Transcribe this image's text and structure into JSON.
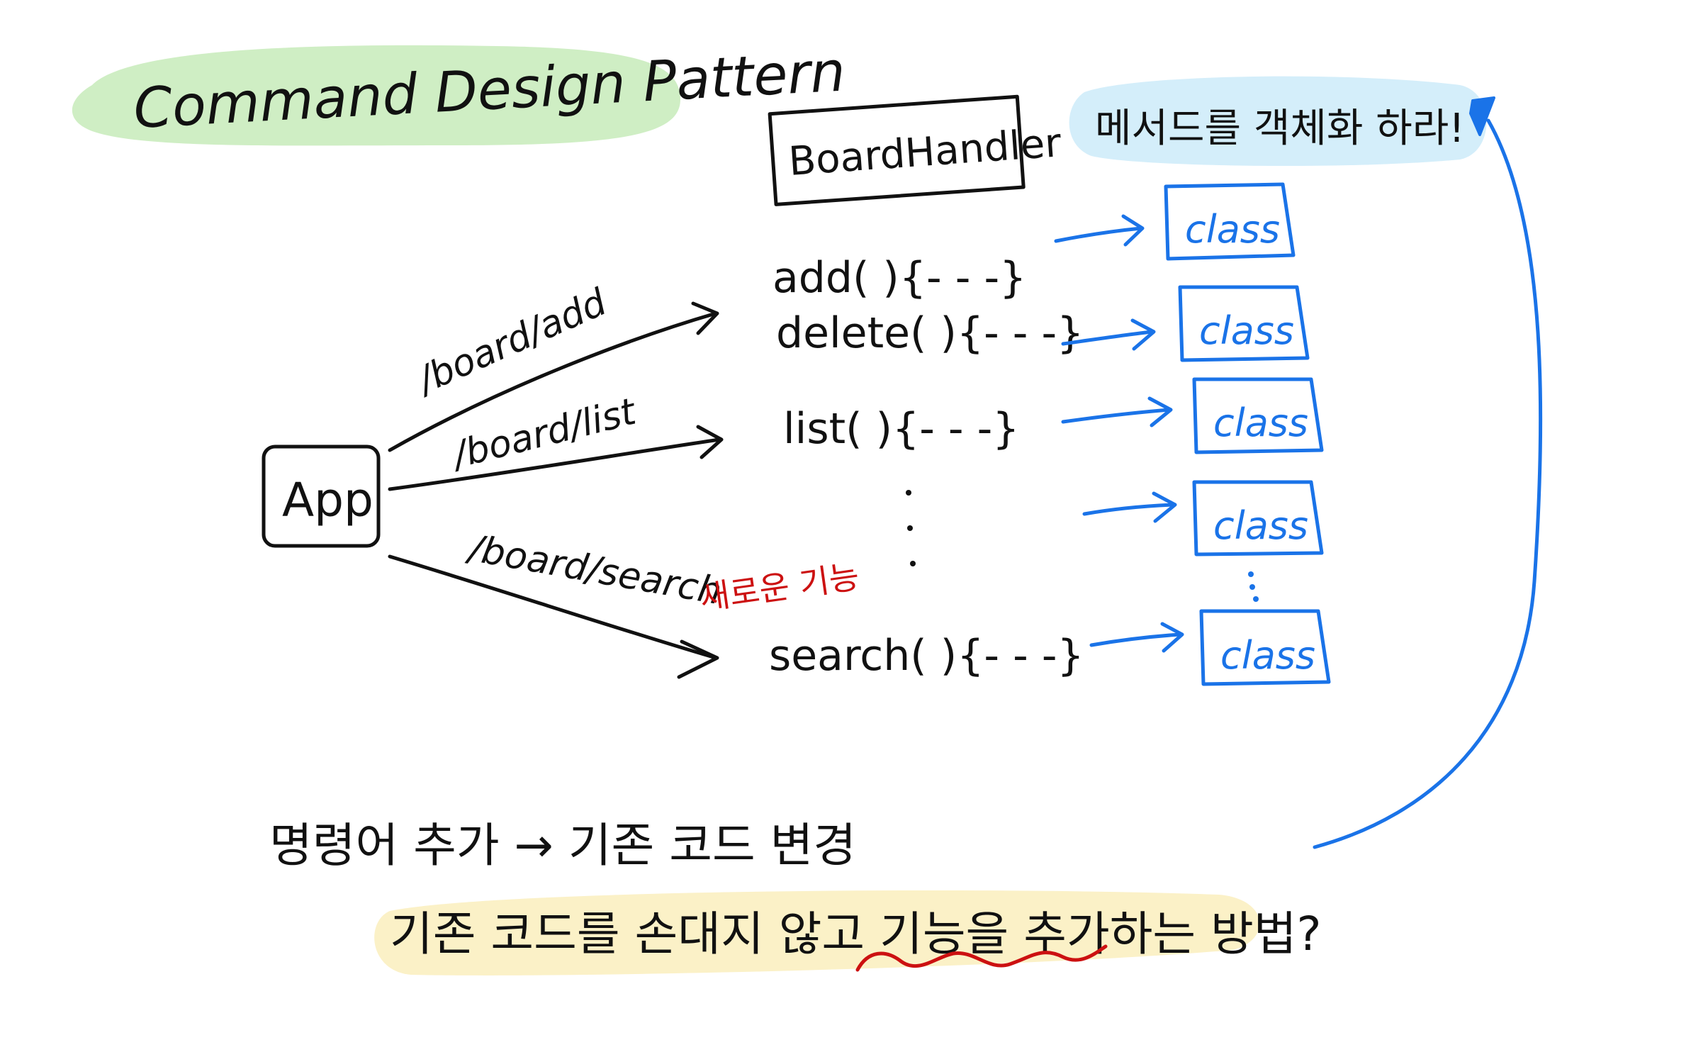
{
  "title": "Command Design Pattern",
  "colors": {
    "ink": "#111111",
    "blue": "#1a73e8",
    "red": "#cc1111",
    "green_highlight": "#cfeec4",
    "blue_highlight": "#d4eefa",
    "yellow_highlight": "#fbf1c7"
  },
  "app_label": "App",
  "handler_label": "BoardHandler",
  "routes": {
    "add": "/board/add",
    "list": "/board/list",
    "search": "/board/search"
  },
  "methods": {
    "add": "add( ){- - -}",
    "delete": "delete( ){- - -}",
    "list": "list( ){- - -}",
    "search": "search( ){- - -}"
  },
  "class_label": "class",
  "new_feature_note": "새로운 기능",
  "method_note": "메서드를 객체화 하라!",
  "problem_line": "명령어 추가 → 기존 코드 변경",
  "question_line": "기존 코드를 손대지 않고 기능을 추가하는 방법?"
}
